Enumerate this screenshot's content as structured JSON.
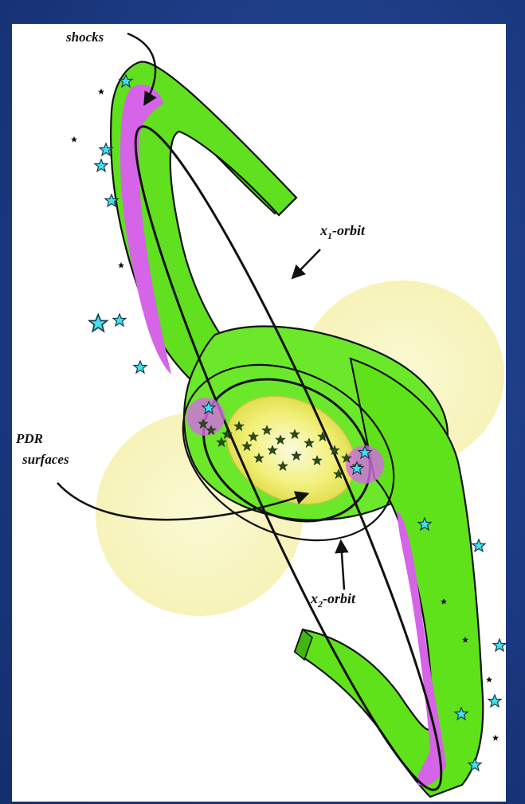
{
  "labels": {
    "shocks": "shocks",
    "x1_orbit_prefix": "x",
    "x1_orbit_sub": "1",
    "x1_orbit_suffix": "-orbit",
    "pdr_line1": "PDR",
    "pdr_line2": "surfaces",
    "x2_orbit_prefix": "x",
    "x2_orbit_sub": "2",
    "x2_orbit_suffix": "-orbit"
  },
  "colors": {
    "background": "#1f3f86",
    "panel": "#ffffff",
    "arm_green": "#5fe21a",
    "arm_green_dark": "#3fb80f",
    "shock_magenta": "#d65ee6",
    "pdr_yellow": "#f3f0a8",
    "bulge_yellow": "#f2f26a",
    "star_cyan": "#3fe0ee",
    "star_dark": "#1a4a12"
  }
}
